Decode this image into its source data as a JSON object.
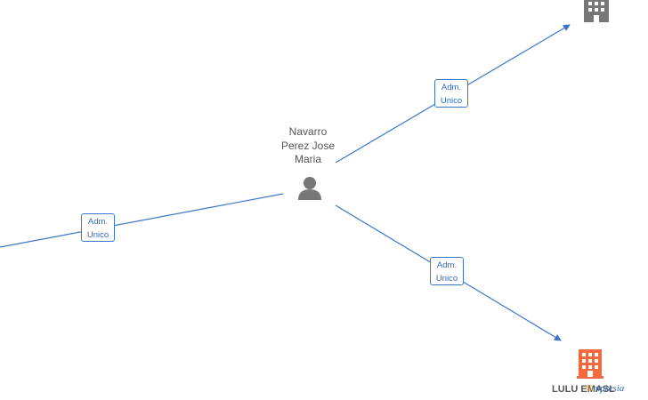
{
  "graph": {
    "person": {
      "name_lines": [
        "Navarro",
        "Perez Jose",
        "Maria"
      ],
      "icon": "person-icon"
    },
    "companies": [
      {
        "id": "company-top-right",
        "name": "",
        "icon": "building-icon",
        "color": "#777777"
      },
      {
        "id": "company-bottom-right",
        "name": "LULU EMASL",
        "icon": "building-icon",
        "color": "#f26a3d"
      },
      {
        "id": "company-left",
        "name": "",
        "icon": "",
        "color": ""
      }
    ],
    "relations": [
      {
        "from": "person",
        "to": "company-top-right",
        "label_line1": "Adm.",
        "label_line2": "Unico"
      },
      {
        "from": "company-left",
        "to": "person",
        "label_line1": "Adm.",
        "label_line2": "Unico"
      },
      {
        "from": "person",
        "to": "company-bottom-right",
        "label_line1": "Adm.",
        "label_line2": "Unico"
      }
    ],
    "edge_color": "#3b78c9"
  },
  "watermark": {
    "logo_c": "©",
    "logo_text": "mpresia"
  }
}
